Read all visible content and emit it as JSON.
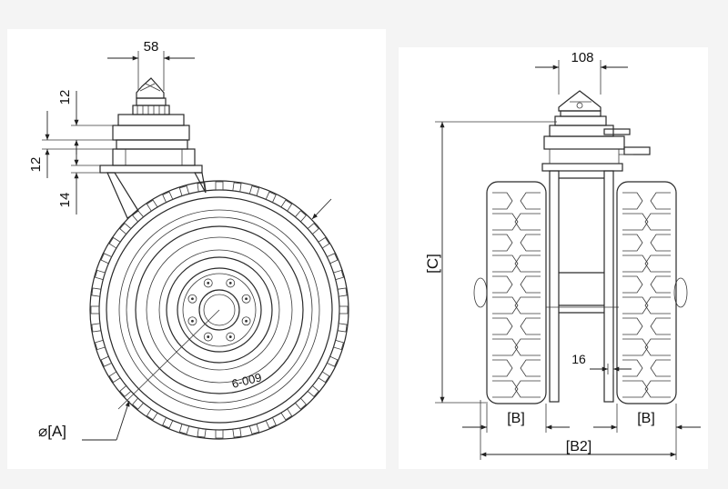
{
  "left_view": {
    "dim_width": "58",
    "dim_top": "12",
    "dim_mid": "12",
    "dim_bottom": "14",
    "dim_diameter": "⌀[A]",
    "wheel_marking": "6-009"
  },
  "right_view": {
    "dim_width": "108",
    "dim_height": "[C]",
    "dim_offset": "16",
    "dim_tire_left": "[B]",
    "dim_tire_right": "[B]",
    "dim_overall": "[B2]"
  }
}
